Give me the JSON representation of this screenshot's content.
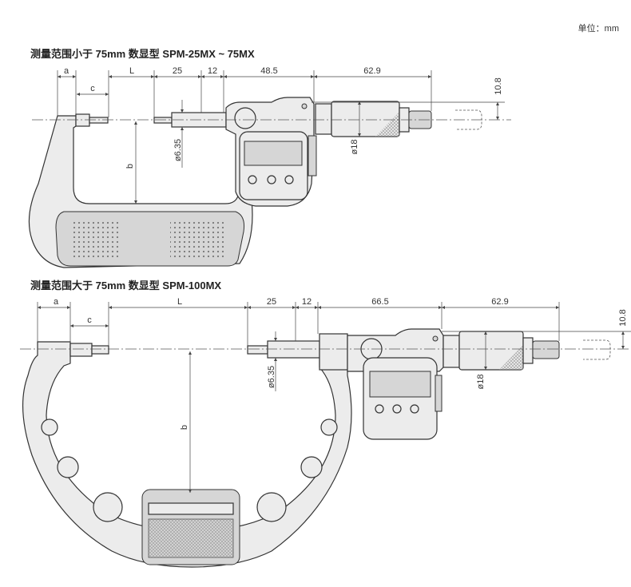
{
  "unit_label": "单位：mm",
  "top": {
    "title": "测量范围小于 75mm 数显型   SPM-25MX ~ 75MX",
    "dims": {
      "a": "a",
      "c": "c",
      "L": "L",
      "d25": "25",
      "d12": "12",
      "d48": "48.5",
      "d629": "62.9",
      "d108": "10.8",
      "phi635": "ø6.35",
      "phi18": "ø18",
      "b": "b"
    }
  },
  "bottom": {
    "title": "测量范围大于 75mm 数显型   SPM-100MX",
    "dims": {
      "a": "a",
      "c": "c",
      "L": "L",
      "d25": "25",
      "d12": "12",
      "d665": "66.5",
      "d629": "62.9",
      "d108": "10.8",
      "phi635": "ø6.35",
      "phi18": "ø18",
      "b": "b"
    }
  }
}
